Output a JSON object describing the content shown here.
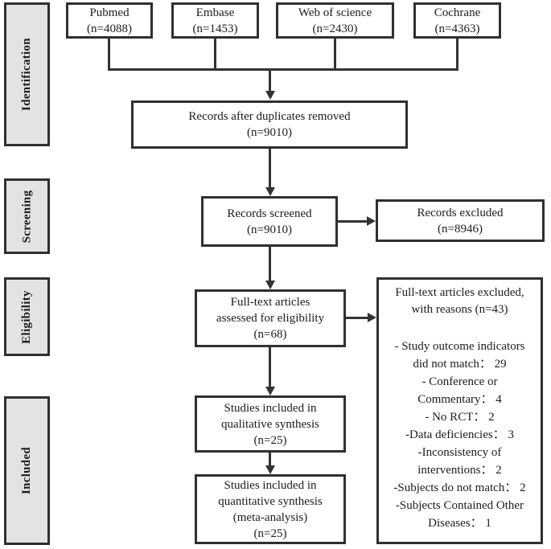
{
  "colors": {
    "line": "#333333",
    "box_border": "#303030",
    "sidebar_fill": "#e3e3e3",
    "text": "#1c1c1c",
    "background": "#ffffff"
  },
  "stages": [
    {
      "label": "Identification"
    },
    {
      "label": "Screening"
    },
    {
      "label": "Eligibility"
    },
    {
      "label": "Included"
    }
  ],
  "sources": [
    {
      "name": "Pubmed",
      "count": "(n=4088)"
    },
    {
      "name": "Embase",
      "count": "(n=1453)"
    },
    {
      "name": "Web of science",
      "count": "(n=2430)"
    },
    {
      "name": "Cochrane",
      "count": "(n=4363)"
    }
  ],
  "boxes": {
    "duplicates_removed": {
      "lines": [
        "Records after duplicates removed",
        "(n=9010)"
      ]
    },
    "records_screened": {
      "lines": [
        "Records screened",
        "(n=9010)"
      ]
    },
    "records_excluded": {
      "lines": [
        "Records excluded",
        "(n=8946)"
      ]
    },
    "fulltext_assessed": {
      "lines": [
        "Full-text articles",
        "assessed for eligibility",
        "(n=68)"
      ]
    },
    "qualitative": {
      "lines": [
        "Studies included in",
        "qualitative synthesis",
        "(n=25)"
      ]
    },
    "quantitative": {
      "lines": [
        "Studies included in",
        "quantitative synthesis",
        "(meta-analysis)",
        "(n=25)"
      ]
    },
    "fulltext_excluded": {
      "title_lines": [
        "Full-text articles excluded,",
        "with reasons (n=43)"
      ],
      "reason_lines": [
        "- Study outcome indicators",
        "did not match： 29",
        "- Conference or",
        "Commentary： 4",
        "- No RCT： 2",
        "-Data deficiencies： 3",
        "-Inconsistency of",
        "interventions： 2",
        "-Subjects do not match： 2",
        "-Subjects Contained Other",
        "Diseases： 1"
      ]
    }
  }
}
